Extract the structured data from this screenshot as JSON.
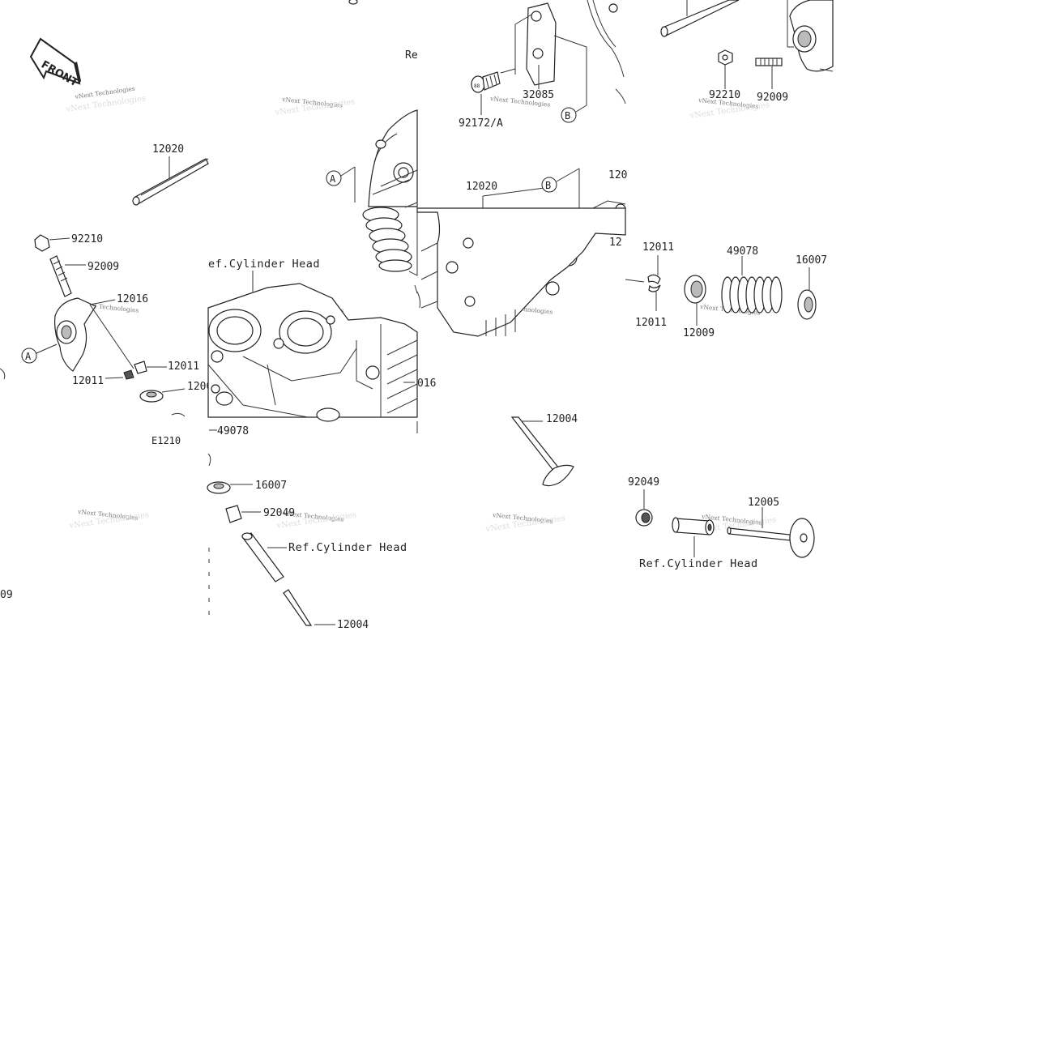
{
  "labels": {
    "front": "FRONT",
    "code": "E1210",
    "re": "Re",
    "ref_cyl": "Ref.Cylinder Head",
    "ref_cyl_partial": "ef.Cylinder Head",
    "circle_a": "A",
    "circle_b": "B",
    "wm_brand": "vNext Technologies",
    "parts": {
      "p92172A": "92172/A",
      "p32085": "32085",
      "p12020": "12020",
      "p92210": "92210",
      "p92009": "92009",
      "p12016": "12016",
      "p12011": "12011",
      "p12009": "12009",
      "p49078": "49078",
      "p16007": "16007",
      "p92049": "92049",
      "p12005": "12005",
      "p12004": "12004",
      "p120_trunc": "120",
      "p12_trunc": "12",
      "p016_trunc": "016",
      "p09_trunc": "09",
      "p1200_trunc": "1200",
      "p12004_trunc": "12004",
      "p92049_trunc": "92049"
    }
  }
}
